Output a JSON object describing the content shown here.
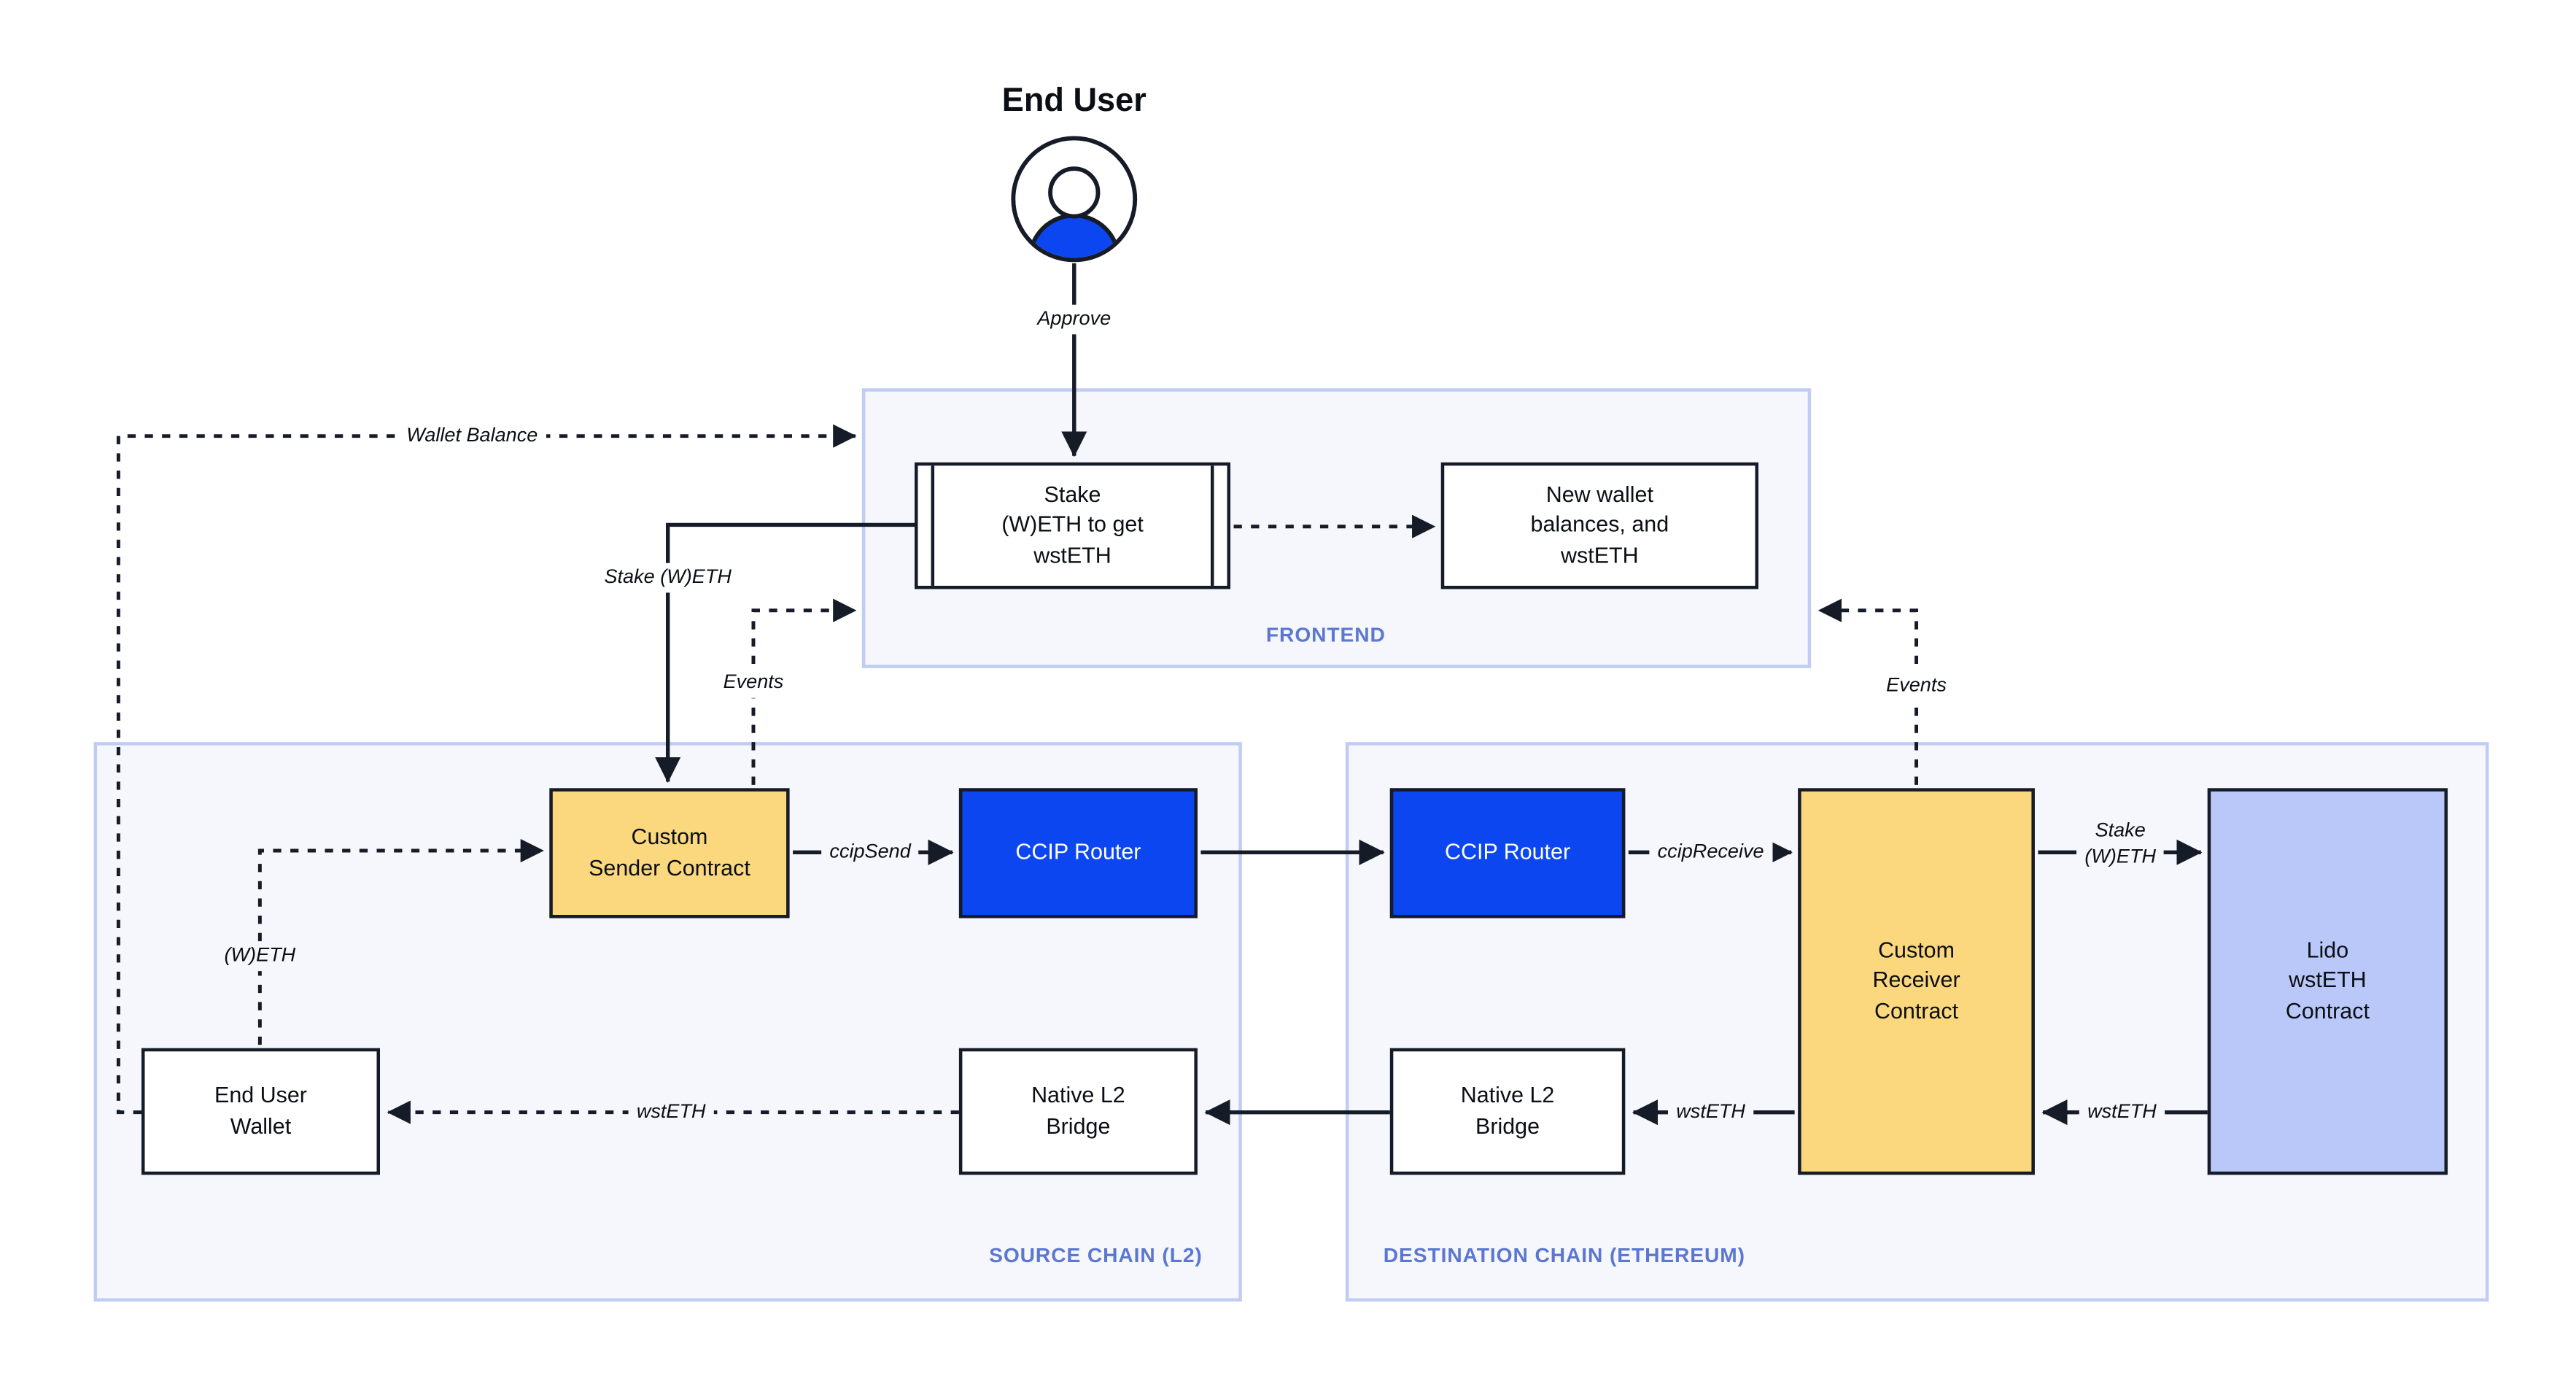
{
  "actor": {
    "label": "End User",
    "action_label": "Approve"
  },
  "frontend": {
    "label": "FRONTEND",
    "stake_box": "Stake\n(W)ETH to get\nwstETH",
    "result_box": "New wallet\nbalances, and\nwstETH"
  },
  "source_chain": {
    "label": "SOURCE CHAIN (L2)",
    "custom_sender": "Custom\nSender Contract",
    "ccip_router": "CCIP Router",
    "end_user_wallet": "End User\nWallet",
    "native_bridge": "Native L2\nBridge"
  },
  "destination_chain": {
    "label": "DESTINATION CHAIN (ETHEREUM)",
    "ccip_router": "CCIP Router",
    "custom_receiver": "Custom\nReceiver\nContract",
    "lido_contract": "Lido\nwstETH\nContract",
    "native_bridge": "Native L2\nBridge"
  },
  "edge_labels": {
    "wallet_balance": "Wallet Balance",
    "stake_weth": "Stake (W)ETH",
    "events_left": "Events",
    "events_right": "Events",
    "ccip_send": "ccipSend",
    "ccip_receive": "ccipReceive",
    "weth": "(W)ETH",
    "wsteth_to_wallet": "wstETH",
    "wsteth_to_bridge": "wstETH",
    "wsteth_from_lido": "wstETH",
    "stake_weth_lido": "Stake\n(W)ETH"
  },
  "colors": {
    "accent_blue": "#0B46F0",
    "box_yellow": "#FBD87D",
    "box_lavender": "#B9C8F8",
    "container_fill": "#F5F7FC",
    "container_border": "#C2CCF3",
    "line_dark": "#161B28",
    "label_blue": "#5C77D1",
    "background": "#FFFFFF"
  }
}
